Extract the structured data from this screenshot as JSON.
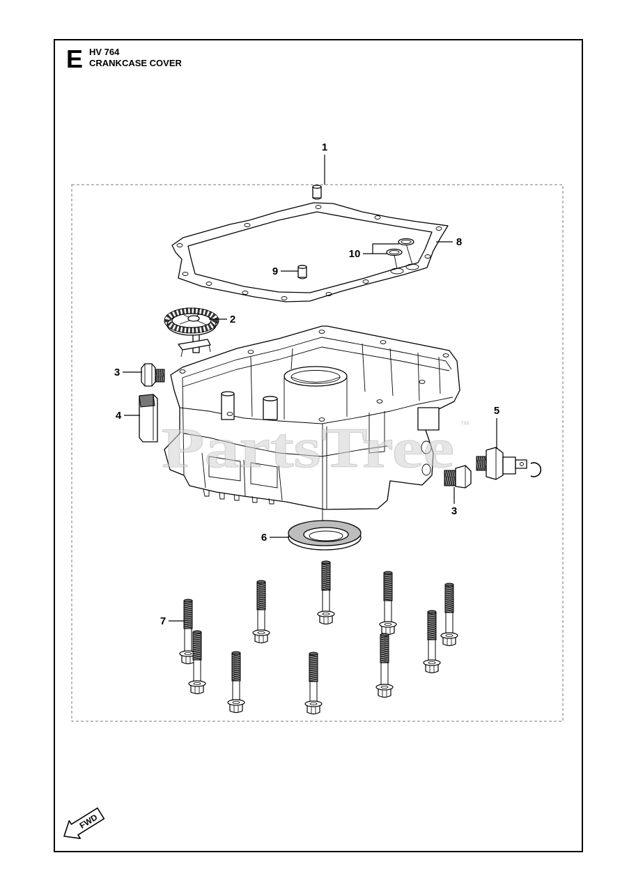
{
  "header": {
    "section_letter": "E",
    "model": "HV 764",
    "title": "CRANKCASE COVER"
  },
  "callouts": {
    "c1": "1",
    "c2": "2",
    "c3_left": "3",
    "c4": "4",
    "c5": "5",
    "c3_right": "3",
    "c6": "6",
    "c7": "7",
    "c8": "8",
    "c9": "9",
    "c10": "10"
  },
  "fwd_label": "FWD",
  "watermark": {
    "text": "PartsTree",
    "trademark": "™"
  }
}
